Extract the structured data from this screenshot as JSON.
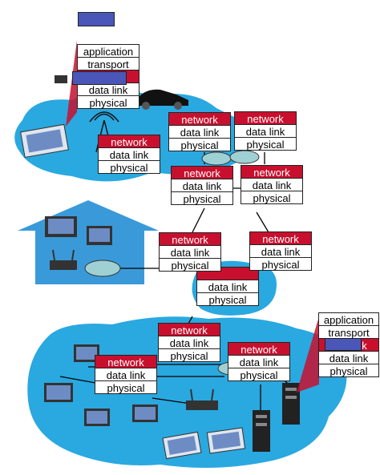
{
  "labels": {
    "application": "application",
    "transport": "transport",
    "network": "network",
    "data_link": "data link",
    "physical": "physical"
  },
  "colors": {
    "network_fill": "#c8102e",
    "cloud_fill": "#2aa8e0",
    "house_fill": "#3a9ad9",
    "highlight_blue": "#4a56b8"
  },
  "icons": [
    "laptop-icon",
    "car-icon",
    "cell-tower-icon",
    "router-icon",
    "wireless-router-icon",
    "desktop-icon",
    "server-icon",
    "house-icon"
  ]
}
